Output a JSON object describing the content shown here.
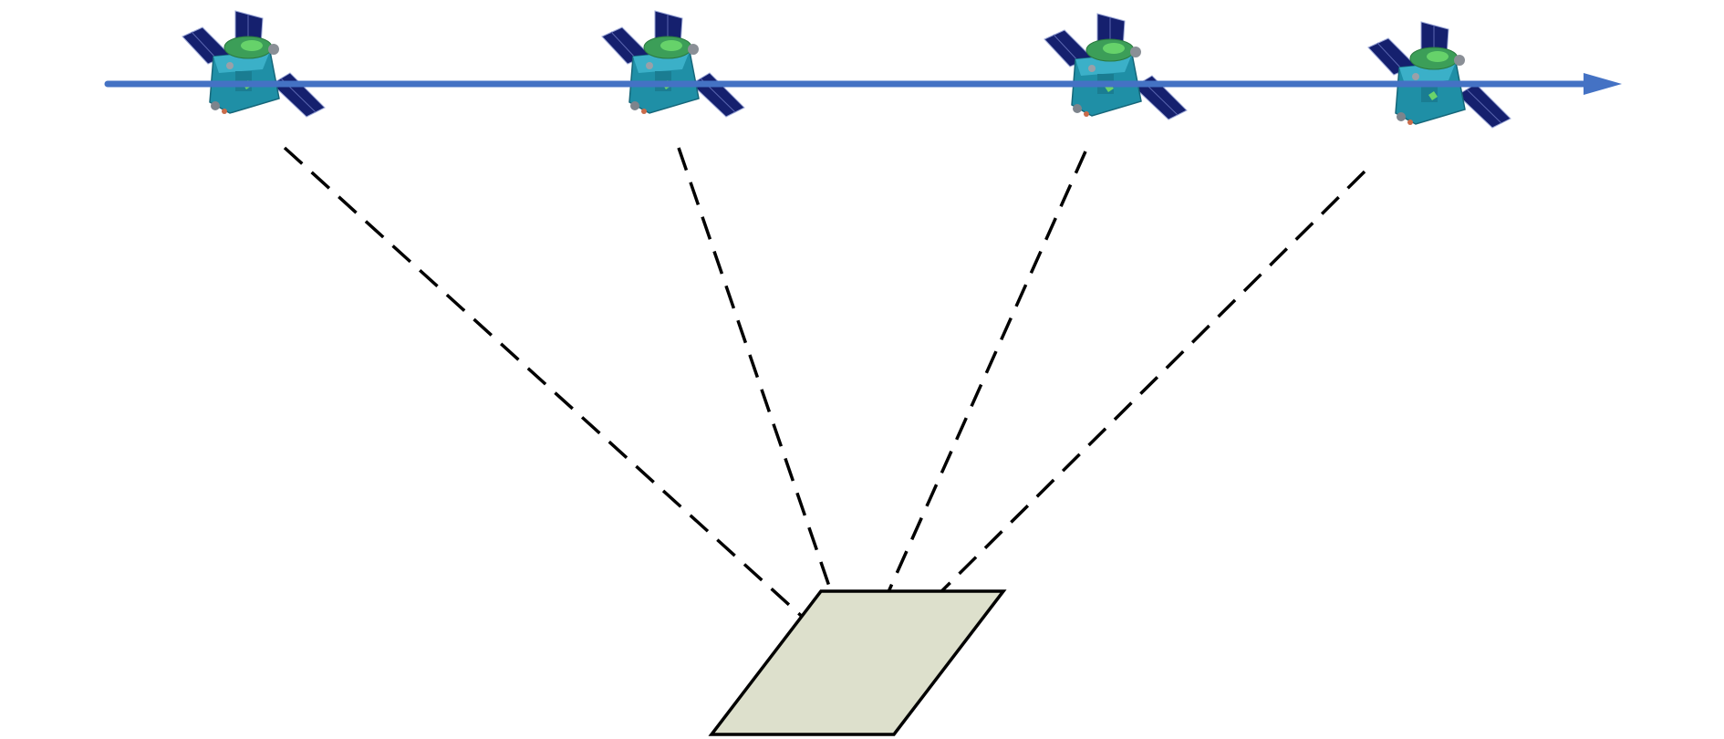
{
  "diagram": {
    "kind": "satellite multi-view observation geometry",
    "orbit_color": "#4472C4",
    "sight_line_color": "#000000",
    "sight_line_style": "dashed",
    "target_fill": "#DDE0CC",
    "target_stroke": "#000000",
    "satellite_count": 4,
    "satellite_icon": "satellite-icon",
    "solar_panel_color": "#15206E",
    "body_color": "#1F8FA6"
  }
}
